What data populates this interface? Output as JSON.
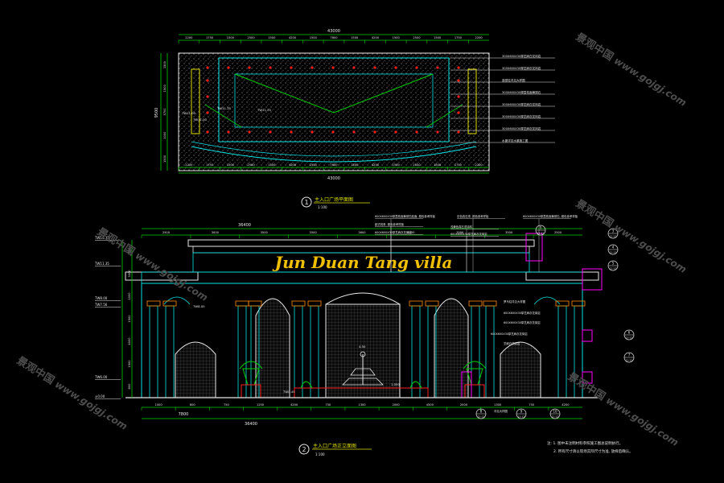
{
  "drawing": {
    "plan_dims": {
      "top_overall": "43000",
      "top_segments": [
        "2200",
        "1750",
        "1500",
        "2500",
        "1500",
        "4200",
        "1500",
        "7600",
        "1500",
        "4200",
        "1500",
        "2500",
        "1500",
        "1750",
        "2200"
      ],
      "bottom_segments": [
        "2200",
        "1750",
        "1500",
        "2500",
        "1500",
        "4200",
        "1500",
        "7600",
        "1500",
        "4200",
        "1500",
        "2500",
        "1500",
        "1750",
        "2200"
      ],
      "bottom_overall": "43000",
      "left_segments": [
        "1500",
        "1500",
        "3700",
        "1000",
        "1500"
      ],
      "left_overall": "9500",
      "elevation_marks": [
        "TW11.00",
        "TW11.35",
        "TW11.35",
        "TW11.00"
      ]
    },
    "plan_notes": [
      "300X600X30厚芝麻白花岗岩",
      "300X600X30厚芝麻灰花岗岩",
      "造型柱详见大样图",
      "300X600X30厚荔枝面黄锈石",
      "300X600X30厚芝麻白花岗岩",
      "300X600X30厚芝麻灰花岗岩",
      "300X600X30厚芝麻灰花岗岩",
      "水景详见水景施工图"
    ],
    "plan_title": {
      "number": "1",
      "text": "主入口广场平面图",
      "scale": "1:100"
    },
    "elevation_dims": {
      "top_segments": [
        "2500",
        "3000",
        "3500",
        "3500",
        "3600",
        "4000",
        "3500",
        "3500",
        "2500"
      ],
      "top_overall": "36400",
      "bottom_segments": [
        "1000",
        "800",
        "750",
        "1250",
        "4200",
        "750",
        "1300",
        "2000",
        "4500",
        "2000",
        "1300",
        "750",
        "4200"
      ],
      "bottom_overall": "36400",
      "sub_total": "7800",
      "left_marks": [
        "TW14.35",
        "TW11.35",
        "TW8.00",
        "TW7.56",
        "TW6.00",
        "±0.00"
      ],
      "left_dims": [
        "2500",
        "3000",
        "1000",
        "1500",
        "4000",
        "1500",
        "800"
      ],
      "inner_marks": [
        "TW8.00",
        "4.50",
        "TW0.45",
        "1.050"
      ]
    },
    "sign_text": "Jun Duan Tang villa",
    "elevation_notes_top": [
      "600X600X30厚荔枝面黄锈石贴面, 颜色参考样板",
      "灰色真石漆, 颜色参考样板",
      "600X600X30厚荔枝面黄锈石, 颜色参考样板",
      "欧式线条, 颜色参考样板",
      "浅黄色真石漆涂料",
      "600X600X30厚芝麻灰花岗岩",
      "600X600X30厚芝麻灰花岗岩"
    ],
    "elevation_notes_right": [
      "罗马柱详见大样图",
      "600X600X30厚芝麻灰花岗岩",
      "600X600X30厚芝麻灰花岗岩",
      "600X600X30厚芝麻灰花岗岩",
      "芝麻白花岗岩",
      "详见大样图"
    ],
    "detail_tags": [
      {
        "num": "5",
        "ref": "11-12"
      },
      {
        "num": "3",
        "ref": "11-12"
      },
      {
        "num": "4",
        "ref": "11-12"
      },
      {
        "num": "5",
        "ref": "11-12"
      },
      {
        "num": "6",
        "ref": "11-12"
      },
      {
        "num": "7",
        "ref": "11-12"
      },
      {
        "num": "8",
        "ref": "11-12"
      },
      {
        "num": "9",
        "ref": "11-12"
      },
      {
        "num": "10",
        "ref": "11-12"
      }
    ],
    "elevation_title": {
      "number": "2",
      "text": "主入口广场正立面图",
      "scale": "1:100"
    },
    "bottom_notes": [
      "注: 1. 图中未注明材料参照施工图总说明执行。",
      "2. 所有尺寸请以现场实际尺寸为准, 放样后确认。"
    ],
    "watermark": [
      "景观中国",
      "www.gojgj.com"
    ],
    "colors": {
      "line_white": "#e8e8e8",
      "line_cyan": "#00e5e5",
      "line_green": "#00d000",
      "line_yellow": "#e0e000",
      "line_red": "#ff2020",
      "line_magenta": "#ff00ff",
      "line_orange": "#ff8c00",
      "sign_gold": "#f0c000"
    }
  }
}
